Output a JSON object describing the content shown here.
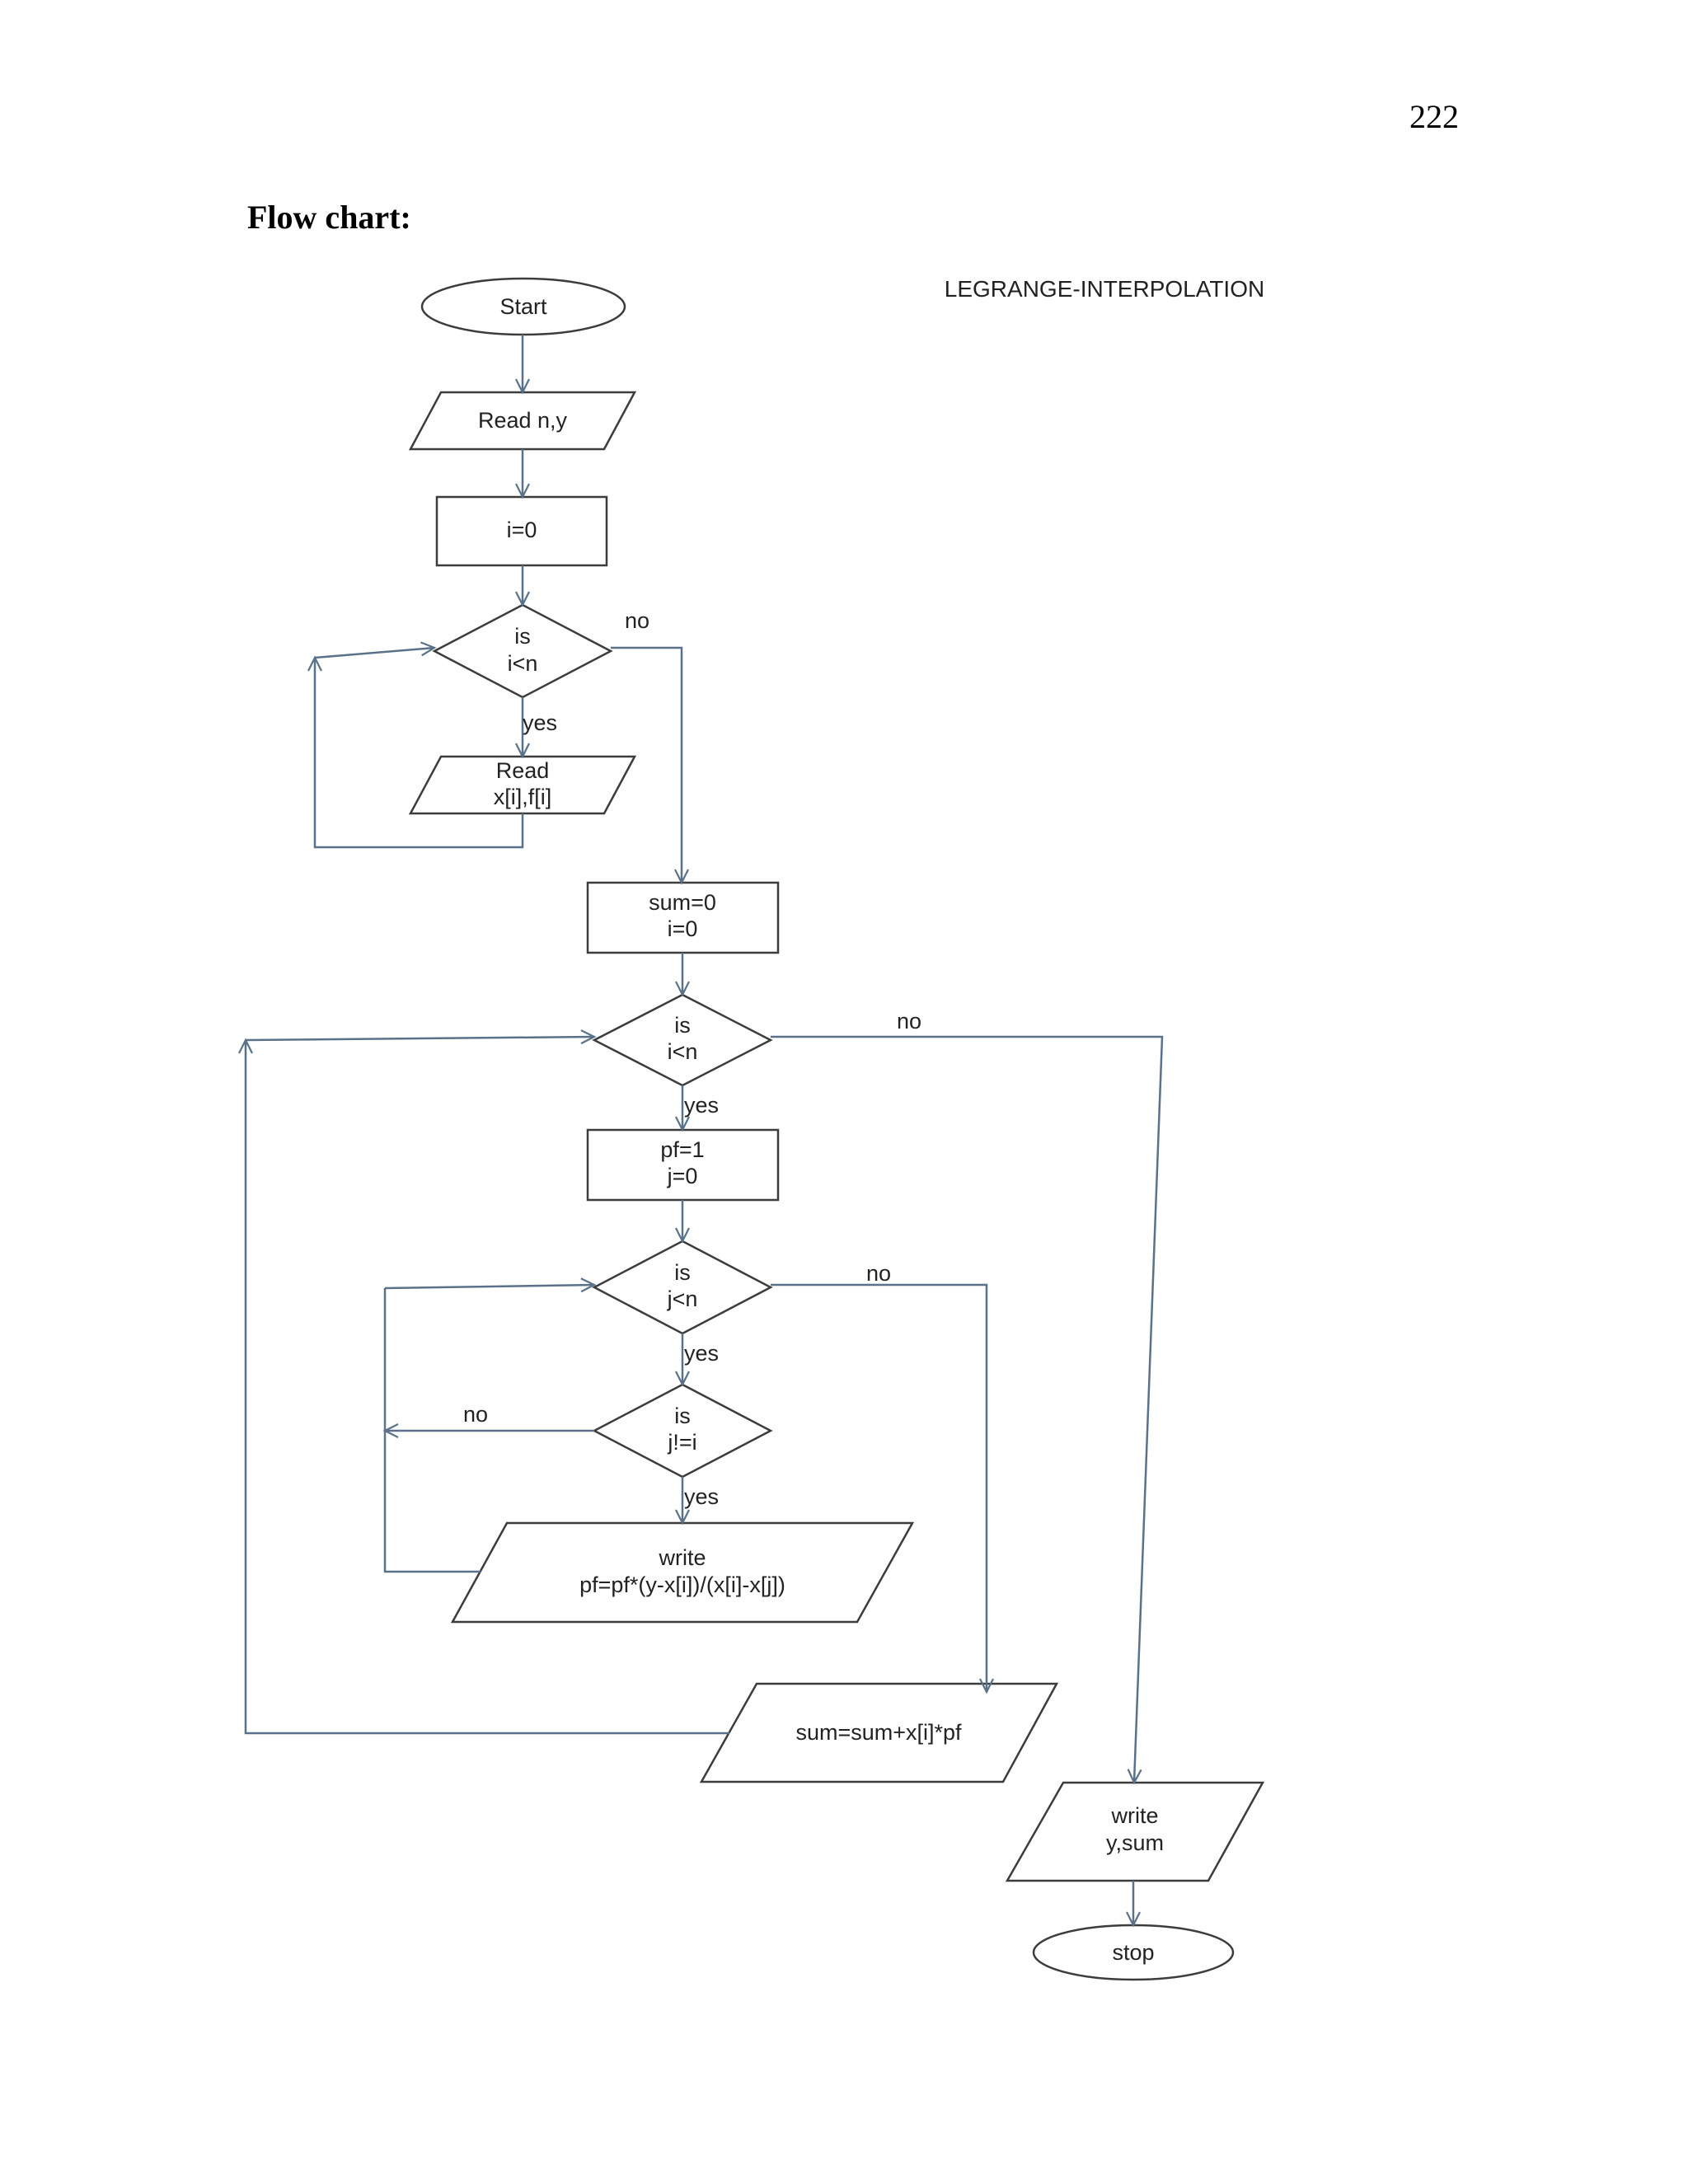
{
  "page": {
    "number": "222",
    "heading": "Flow chart:"
  },
  "diagram": {
    "title": "LEGRANGE-INTERPOLATION",
    "nodes": {
      "start": "Start",
      "read_n_y": "Read n,y",
      "init_i": "i=0",
      "decision_i_lt_n_1": [
        "is",
        "i<n"
      ],
      "read_xf": [
        "Read",
        "x[i],f[i]"
      ],
      "init_sum": [
        "sum=0",
        "i=0"
      ],
      "decision_i_lt_n_2": [
        "is",
        "i<n"
      ],
      "init_pf": [
        "pf=1",
        "j=0"
      ],
      "decision_j_lt_n": [
        "is",
        "j<n"
      ],
      "decision_j_ne_i": [
        "is",
        "j!=i"
      ],
      "write_pf": [
        "write",
        "pf=pf*(y-x[i])/(x[i]-x[j])"
      ],
      "sum_update": "sum=sum+x[i]*pf",
      "write_y_sum": [
        "write",
        "y,sum"
      ],
      "stop": "stop"
    },
    "edge_labels": {
      "d1_no": "no",
      "d1_yes": "yes",
      "d2_no": "no",
      "d2_yes": "yes",
      "d3_no": "no",
      "d3_yes": "yes",
      "d4_no": "no",
      "d4_yes": "yes"
    }
  }
}
